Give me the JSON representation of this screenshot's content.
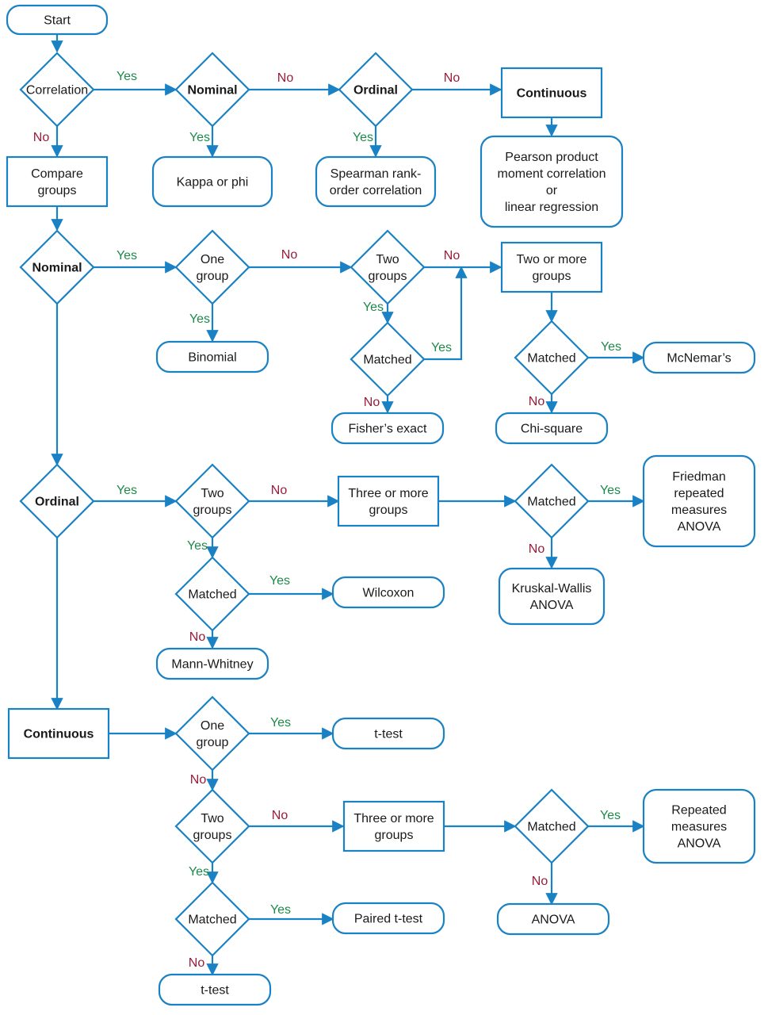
{
  "colors": {
    "line": "#1a82c4",
    "yes": "#1d8a4a",
    "no": "#9b1b3a",
    "text": "#1a1a1a"
  },
  "nodes": {
    "start": "Start",
    "correlation": "Correlation",
    "corr_nominal": "Nominal",
    "corr_ordinal": "Ordinal",
    "corr_continuous": "Continuous",
    "kappa": "Kappa or phi",
    "spearman": [
      "Spearman rank-",
      "order correlation"
    ],
    "pearson": [
      "Pearson product",
      "moment correlation",
      "or",
      "linear regression"
    ],
    "compare_groups": [
      "Compare",
      "groups"
    ],
    "nominal": "Nominal",
    "nom_one_group": [
      "One",
      "group"
    ],
    "binomial": "Binomial",
    "nom_two_groups": [
      "Two",
      "groups"
    ],
    "nom_matched": "Matched",
    "fishers": "Fisher’s exact",
    "nom_two_or_more": [
      "Two or more",
      "groups"
    ],
    "nom_matched2": "Matched",
    "mcnemar": "McNemar’s",
    "chi_square": "Chi-square",
    "ordinal": "Ordinal",
    "ord_two_groups": [
      "Two",
      "groups"
    ],
    "ord_three_or_more": [
      "Three or more",
      "groups"
    ],
    "ord_matched3": "Matched",
    "friedman": [
      "Friedman",
      "repeated",
      "measures",
      "ANOVA"
    ],
    "kruskal": [
      "Kruskal-Wallis",
      "ANOVA"
    ],
    "ord_matched": "Matched",
    "wilcoxon": "Wilcoxon",
    "mann_whitney": "Mann-Whitney",
    "continuous": "Continuous",
    "con_one_group": [
      "One",
      "group"
    ],
    "ttest1": "t-test",
    "con_two_groups": [
      "Two",
      "groups"
    ],
    "con_three_or_more": [
      "Three or more",
      "groups"
    ],
    "con_matched3": "Matched",
    "repeated_anova": [
      "Repeated",
      "measures",
      "ANOVA"
    ],
    "anova": "ANOVA",
    "con_matched": "Matched",
    "paired_ttest": "Paired t-test",
    "ttest2": "t-test"
  },
  "edge_labels": {
    "yes": "Yes",
    "no": "No"
  }
}
